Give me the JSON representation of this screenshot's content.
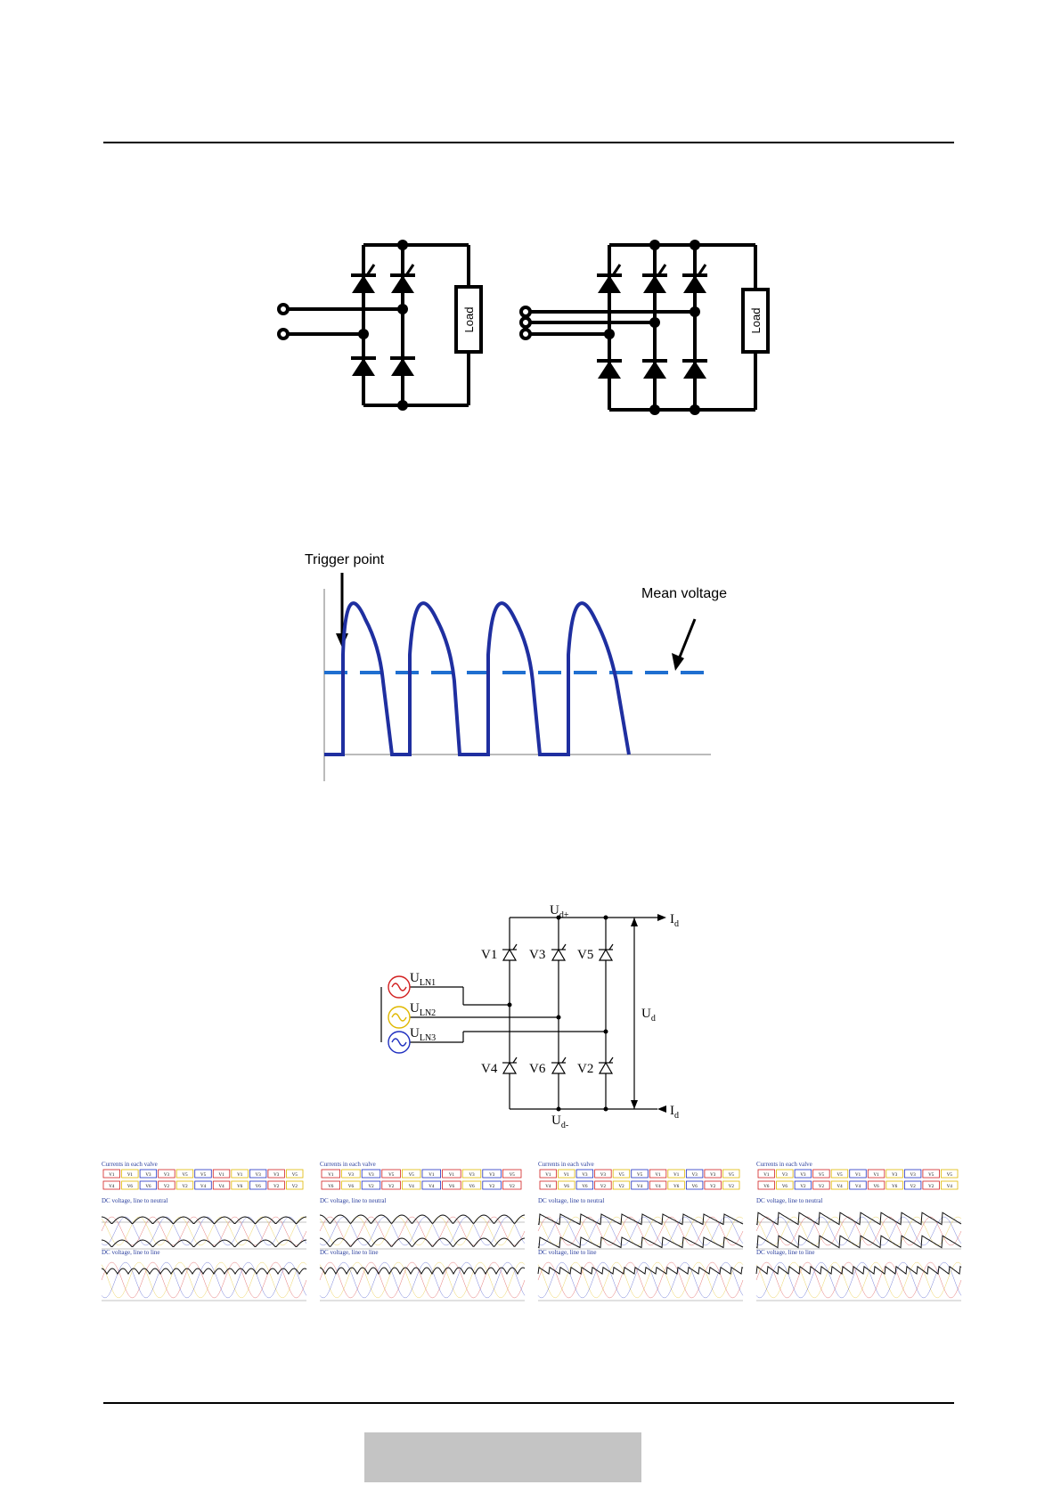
{
  "fig1": {
    "load_label_left": "Load",
    "load_label_right": "Load"
  },
  "fig2": {
    "trigger_label": "Trigger point",
    "mean_label": "Mean voltage",
    "colors": {
      "wave": "#1f2fa0",
      "mean": "#1f6fd0"
    }
  },
  "fig3": {
    "labels": {
      "v1": "V1",
      "v3": "V3",
      "v5": "V5",
      "v4": "V4",
      "v6": "V6",
      "v2": "V2",
      "ud_plus": "U",
      "ud_plus_sub": "d+",
      "ud_minus": "U",
      "ud_minus_sub": "d-",
      "ud": "U",
      "ud_sub": "d",
      "id_top": "I",
      "id_top_sub": "d",
      "id_bot": "I",
      "id_bot_sub": "d",
      "uln1": "U",
      "uln1_sub": "LN1",
      "uln2": "U",
      "uln2_sub": "LN2",
      "uln3": "U",
      "uln3_sub": "LN3"
    },
    "source_colors": [
      "#d22020",
      "#e0b800",
      "#2030c0"
    ]
  },
  "fig4": {
    "panels": [
      {
        "title_currents": "Currents in each valve",
        "title_ln": "DC voltage, line to neutral",
        "title_ll": "DC voltage, line to line",
        "row1": [
          "V1",
          "V1",
          "V3",
          "V3",
          "V5",
          "V5",
          "V1",
          "V1",
          "V3",
          "V3",
          "V5"
        ],
        "row2": [
          "V4",
          "V6",
          "V6",
          "V2",
          "V2",
          "V4",
          "V4",
          "V6",
          "V6",
          "V2",
          "V2"
        ]
      },
      {
        "title_currents": "Currents in each valve",
        "title_ln": "DC voltage, line to neutral",
        "title_ll": "DC voltage, line to line",
        "row1": [
          "V1",
          "V3",
          "V3",
          "V5",
          "V5",
          "V1",
          "V1",
          "V3",
          "V3",
          "V5"
        ],
        "row2": [
          "V6",
          "V6",
          "V2",
          "V2",
          "V4",
          "V4",
          "V6",
          "V6",
          "V2",
          "V2"
        ]
      },
      {
        "title_currents": "Currents in each valve",
        "title_ln": "DC voltage, line to neutral",
        "title_ll": "DC voltage, line to line",
        "row1": [
          "V1",
          "V1",
          "V3",
          "V3",
          "V5",
          "V5",
          "V1",
          "V1",
          "V3",
          "V3",
          "V5"
        ],
        "row2": [
          "V4",
          "V6",
          "V6",
          "V2",
          "V2",
          "V4",
          "V4",
          "V6",
          "V6",
          "V2",
          "V2"
        ]
      },
      {
        "title_currents": "Currents in each valve",
        "title_ln": "DC voltage, line to neutral",
        "title_ll": "DC voltage, line to line",
        "row1": [
          "V1",
          "V3",
          "V3",
          "V5",
          "V5",
          "V1",
          "V1",
          "V3",
          "V3",
          "V5",
          "V5"
        ],
        "row2": [
          "V6",
          "V6",
          "V2",
          "V2",
          "V4",
          "V4",
          "V6",
          "V6",
          "V2",
          "V2",
          "V4"
        ]
      }
    ]
  }
}
